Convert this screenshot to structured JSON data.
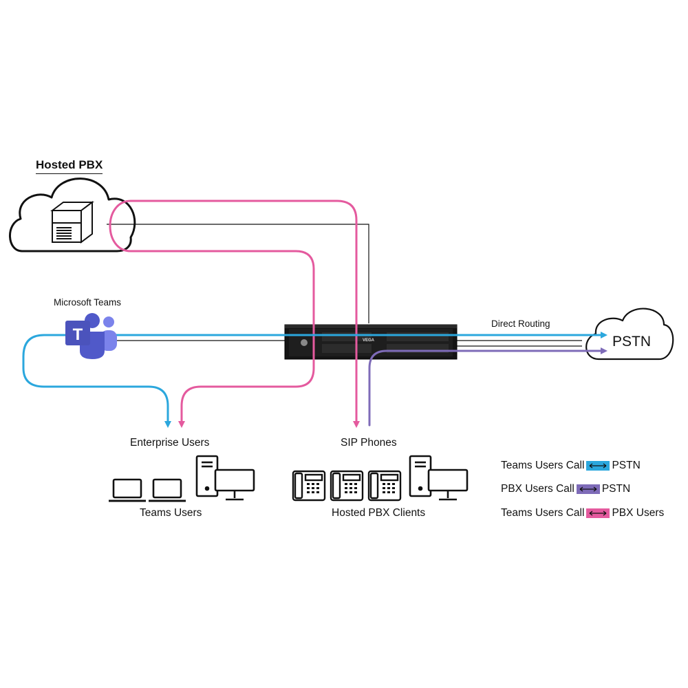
{
  "labels": {
    "hosted_pbx": "Hosted PBX",
    "microsoft_teams": "Microsoft Teams",
    "direct_routing": "Direct Routing",
    "pstn": "PSTN",
    "enterprise_users": "Enterprise Users",
    "teams_users": "Teams Users",
    "sip_phones": "SIP Phones",
    "hosted_pbx_clients": "Hosted PBX Clients",
    "gateway_brand": "VEGA"
  },
  "colors": {
    "teams_call": "#2BA7DD",
    "pbx_call": "#7E6BB8",
    "teams_pbx_call": "#E45A9E",
    "line": "#111111"
  },
  "legend": [
    {
      "left": "Teams Users Call",
      "right": "PSTN",
      "color": "#2BA7DD"
    },
    {
      "left": "PBX Users Call",
      "right": "PSTN",
      "color": "#7E6BB8"
    },
    {
      "left": "Teams Users Call",
      "right": "PBX Users",
      "color": "#E45A9E"
    }
  ],
  "icons": {
    "pbx_server": "server-box-icon",
    "teams": "microsoft-teams-icon",
    "gateway": "gateway-appliance-icon",
    "laptop": "laptop-icon",
    "desktop": "desktop-computer-icon",
    "sip_phone": "desk-phone-icon",
    "cloud": "cloud-icon"
  }
}
